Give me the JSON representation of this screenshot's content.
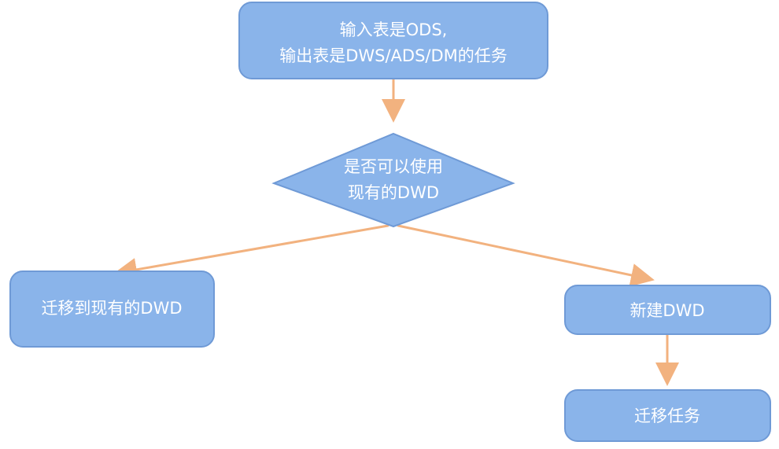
{
  "colors": {
    "node_fill": "#8ab4ea",
    "arrow": "#f2b27f",
    "text": "#ffffff"
  },
  "nodes": {
    "start": {
      "line1": "输入表是ODS,",
      "line2": "输出表是DWS/ADS/DM的任务"
    },
    "decision": {
      "line1": "是否可以使用",
      "line2": "现有的DWD"
    },
    "migrate_existing": {
      "label": "迁移到现有的DWD"
    },
    "create_new": {
      "label": "新建DWD"
    },
    "migrate_task": {
      "label": "迁移任务"
    }
  }
}
